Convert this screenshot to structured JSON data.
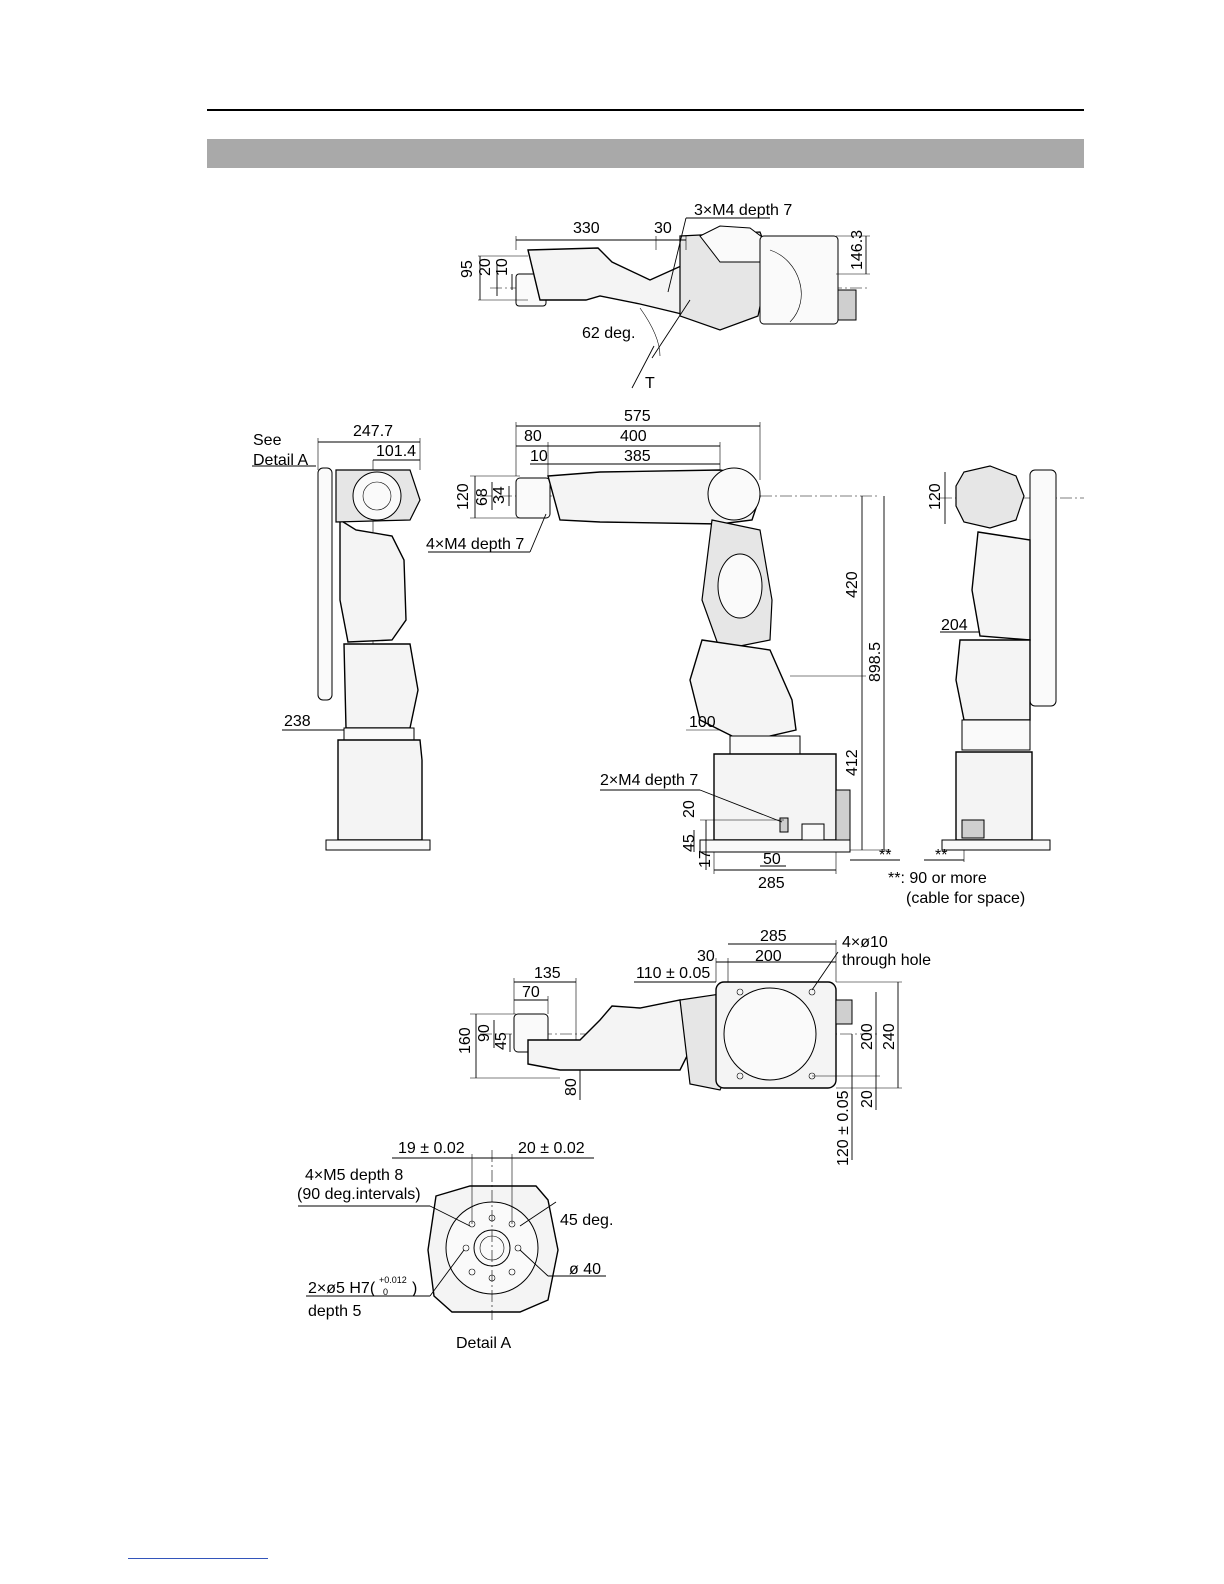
{
  "header": {
    "section_title": ""
  },
  "views": {
    "top": {
      "dims": [
        "330",
        "30",
        "95",
        "20",
        "10",
        "146.3"
      ],
      "tap": "3×M4 depth 7",
      "angle": "62 deg.",
      "arrow_label": "T"
    },
    "left": {
      "see_detail": [
        "See",
        "Detail A"
      ],
      "dims": [
        "247.7",
        "101.4",
        "238"
      ]
    },
    "front": {
      "dims": [
        "575",
        "80",
        "400",
        "10",
        "385",
        "120",
        "68",
        "34",
        "420",
        "898.5",
        "100",
        "412",
        "20",
        "45",
        "17",
        "50",
        "285"
      ],
      "tap_arm": "4×M4 depth 7",
      "tap_base": "2×M4 depth 7",
      "star": "**"
    },
    "right": {
      "dims": [
        "120",
        "204"
      ],
      "star": "**"
    },
    "note": [
      "**: 90 or more",
      "(cable for space)"
    ],
    "bottom": {
      "dims": [
        "285",
        "30",
        "200",
        "110 ± 0.05",
        "135",
        "70",
        "160",
        "90",
        "45",
        "80",
        "200",
        "240",
        "120 ± 0.05",
        "20"
      ],
      "hole": [
        "4×ø10",
        "through hole"
      ]
    },
    "detail": {
      "dims": [
        "19 ± 0.02",
        "20 ± 0.02"
      ],
      "tap": [
        "4×M5 depth 8",
        "(90 deg.intervals)"
      ],
      "angle": "45 deg.",
      "dia": "ø 40",
      "pin_main": "2×ø5 H7(",
      "pin_tol_top": "+0.012",
      "pin_tol_bottom": "0",
      "pin_close": ")",
      "pin_depth": "depth 5",
      "caption": "Detail A"
    }
  }
}
